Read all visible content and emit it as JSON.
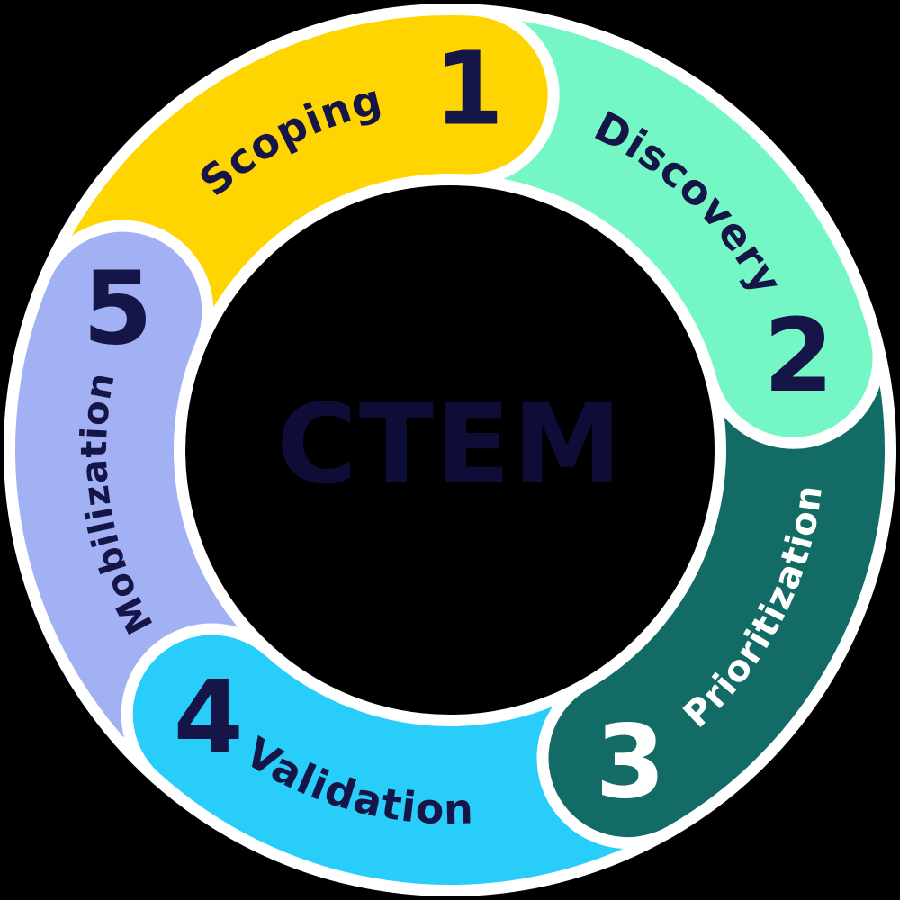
{
  "center": {
    "title": "CTEM"
  },
  "colors": {
    "background": "#000000",
    "outline": "#ffffff",
    "navy_text": "#12123F",
    "center_text": "#0D0D38",
    "white_text": "#ffffff"
  },
  "segments": [
    {
      "number": "1",
      "label": "Scoping",
      "color": "#FED401",
      "label_color": "#151647",
      "number_color": "#151647"
    },
    {
      "number": "2",
      "label": "Discovery",
      "color": "#74F7C5",
      "label_color": "#151647",
      "number_color": "#151647"
    },
    {
      "number": "3",
      "label": "Prioritization",
      "color": "#126B64",
      "label_color": "#ffffff",
      "number_color": "#ffffff"
    },
    {
      "number": "4",
      "label": "Validation",
      "color": "#28CEF9",
      "label_color": "#151647",
      "number_color": "#151647"
    },
    {
      "number": "5",
      "label": "Mobilization",
      "color": "#A1B1F3",
      "label_color": "#151647",
      "number_color": "#151647"
    }
  ]
}
